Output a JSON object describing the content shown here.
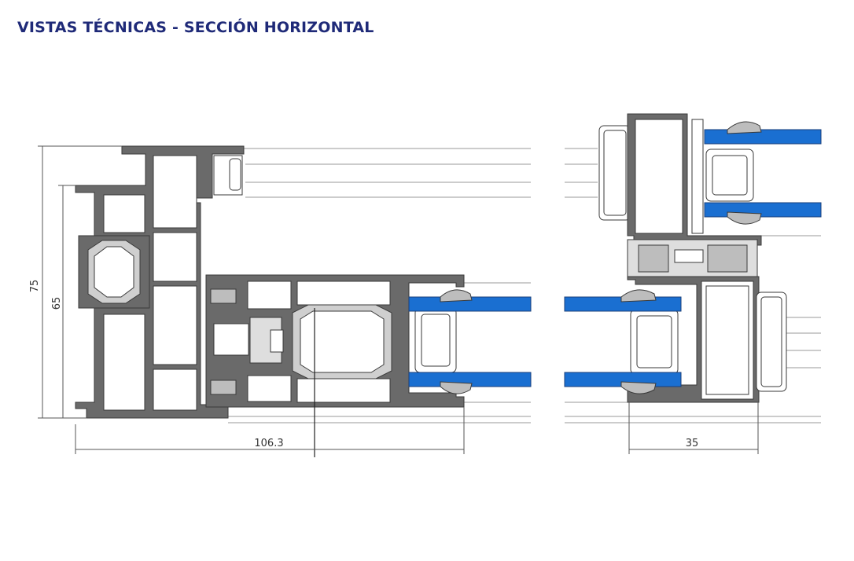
{
  "header": {
    "title": "VISTAS TÉCNICAS - SECCIÓN HORIZONTAL"
  },
  "dimensions": {
    "total_height": "75",
    "frame_height": "65",
    "width_left": "106.3",
    "width_right": "35"
  },
  "colors": {
    "title": "#1f2a78",
    "profile_fill": "#606060",
    "profile_stroke": "#3a3a3a",
    "glass_fill": "#1a6fd1",
    "gasket_fill": "#bdbdbd",
    "line": "#8a8a8a"
  }
}
